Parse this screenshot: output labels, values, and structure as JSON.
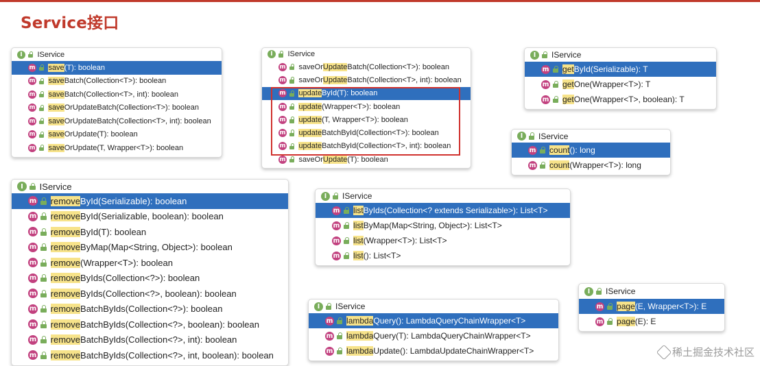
{
  "page": {
    "title": "Service接口",
    "watermark": "稀土掘金技术社区"
  },
  "colors": {
    "accent": "#c0392b",
    "selection": "#2f6fbd",
    "highlight": "#f7e38a",
    "interface_icon": "#79ad5b",
    "method_icon": "#c2417f"
  },
  "icons": {
    "interface": "I",
    "method": "m",
    "access": "lock-icon"
  },
  "panels": [
    {
      "id": "save",
      "header": "IService",
      "rows": [
        {
          "hl": "save",
          "rest": "(T): boolean",
          "selected": true
        },
        {
          "hl": "save",
          "rest": "Batch(Collection<T>): boolean"
        },
        {
          "hl": "save",
          "rest": "Batch(Collection<T>, int): boolean"
        },
        {
          "hl": "save",
          "rest": "OrUpdateBatch(Collection<T>): boolean"
        },
        {
          "hl": "save",
          "rest": "OrUpdateBatch(Collection<T>, int): boolean"
        },
        {
          "hl": "save",
          "rest": "OrUpdate(T): boolean"
        },
        {
          "hl": "save",
          "rest": "OrUpdate(T, Wrapper<T>): boolean"
        }
      ]
    },
    {
      "id": "update",
      "header": "IService",
      "rows": [
        {
          "pre": "saveOr",
          "hl": "Update",
          "rest": "Batch(Collection<T>): boolean"
        },
        {
          "pre": "saveOr",
          "hl": "Update",
          "rest": "Batch(Collection<T>, int): boolean"
        },
        {
          "hl": "update",
          "rest": "ById(T): boolean",
          "selected": true
        },
        {
          "hl": "update",
          "rest": "(Wrapper<T>): boolean"
        },
        {
          "hl": "update",
          "rest": "(T, Wrapper<T>): boolean"
        },
        {
          "hl": "update",
          "rest": "BatchById(Collection<T>): boolean"
        },
        {
          "hl": "update",
          "rest": "BatchById(Collection<T>, int): boolean"
        },
        {
          "pre": "saveOr",
          "hl": "Update",
          "rest": "(T): boolean"
        }
      ]
    },
    {
      "id": "get",
      "header": "IService",
      "rows": [
        {
          "hl": "get",
          "rest": "ById(Serializable): T",
          "selected": true
        },
        {
          "hl": "get",
          "rest": "One(Wrapper<T>): T"
        },
        {
          "hl": "get",
          "rest": "One(Wrapper<T>, boolean): T"
        }
      ]
    },
    {
      "id": "count",
      "header": "IService",
      "rows": [
        {
          "hl": "count",
          "rest": "(): long",
          "selected": true
        },
        {
          "hl": "count",
          "rest": "(Wrapper<T>): long"
        }
      ]
    },
    {
      "id": "remove",
      "header": "IService",
      "rows": [
        {
          "hl": "remove",
          "rest": "ById(Serializable): boolean",
          "selected": true
        },
        {
          "hl": "remove",
          "rest": "ById(Serializable, boolean): boolean"
        },
        {
          "hl": "remove",
          "rest": "ById(T): boolean"
        },
        {
          "hl": "remove",
          "rest": "ByMap(Map<String, Object>): boolean"
        },
        {
          "hl": "remove",
          "rest": "(Wrapper<T>): boolean"
        },
        {
          "hl": "remove",
          "rest": "ByIds(Collection<?>): boolean"
        },
        {
          "hl": "remove",
          "rest": "ByIds(Collection<?>, boolean): boolean"
        },
        {
          "hl": "remove",
          "rest": "BatchByIds(Collection<?>): boolean"
        },
        {
          "hl": "remove",
          "rest": "BatchByIds(Collection<?>, boolean): boolean"
        },
        {
          "hl": "remove",
          "rest": "BatchByIds(Collection<?>, int): boolean"
        },
        {
          "hl": "remove",
          "rest": "BatchByIds(Collection<?>, int, boolean): boolean"
        }
      ]
    },
    {
      "id": "list",
      "header": "IService",
      "rows": [
        {
          "hl": "list",
          "rest": "ByIds(Collection<? extends Serializable>): List<T>",
          "selected": true
        },
        {
          "hl": "list",
          "rest": "ByMap(Map<String, Object>): List<T>"
        },
        {
          "hl": "list",
          "rest": "(Wrapper<T>): List<T>"
        },
        {
          "hl": "list",
          "rest": "(): List<T>"
        }
      ]
    },
    {
      "id": "page",
      "header": "IService",
      "rows": [
        {
          "hl": "page",
          "rest": "(E, Wrapper<T>): E",
          "selected": true
        },
        {
          "hl": "page",
          "rest": "(E): E"
        }
      ]
    },
    {
      "id": "lambda",
      "header": "IService",
      "rows": [
        {
          "hl": "lambda",
          "rest": "Query(): LambdaQueryChainWrapper<T>",
          "selected": true
        },
        {
          "hl": "lambda",
          "rest": "Query(T): LambdaQueryChainWrapper<T>"
        },
        {
          "hl": "lambda",
          "rest": "Update(): LambdaUpdateChainWrapper<T>"
        }
      ]
    }
  ]
}
